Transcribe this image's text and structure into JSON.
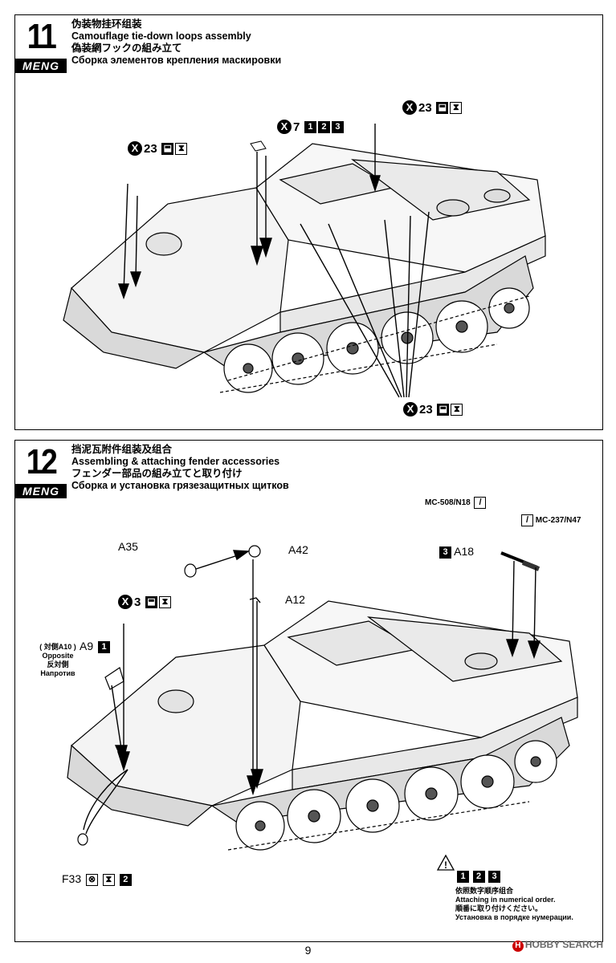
{
  "steps": [
    {
      "number": "11",
      "brand": "MENG",
      "title_zh": "伪装物挂环组装",
      "title_en": "Camouflage tie-down loops assembly",
      "title_ja": "偽装網フックの組み立て",
      "title_ru": "Сборка элементов крепления маскировки",
      "callouts": [
        {
          "qty": "23",
          "parts": [
            "ⓘ",
            "⊠"
          ]
        },
        {
          "qty": "7",
          "parts": [
            "1",
            "2",
            "3"
          ]
        },
        {
          "qty": "23",
          "parts": [
            "ⓘ",
            "⊠"
          ]
        },
        {
          "qty": "23",
          "parts": [
            "ⓘ",
            "⊠"
          ]
        }
      ]
    },
    {
      "number": "12",
      "brand": "MENG",
      "title_zh": "挡泥瓦附件组装及组合",
      "title_en": "Assembling & attaching fender accessories",
      "title_ja": "フェンダー部品の組み立てと取り付け",
      "title_ru": "Сборка и установка грязезащитных щитков",
      "parts": {
        "a35": "A35",
        "a42": "A42",
        "a12": "A12",
        "a18": "A18",
        "a18_step": "3",
        "a9": "A9",
        "a9_step": "1",
        "opposite_zh": "( 対側A10 )",
        "opposite_en": "Opposite",
        "opposite_ja": "反対側",
        "opposite_ru": "Напротив",
        "x3_qty": "3",
        "f33": "F33",
        "f33_step": "2",
        "paint1": "MC-508/N18",
        "paint2": "MC-237/N47"
      },
      "numeric_order": {
        "steps": [
          "1",
          "2",
          "3"
        ],
        "zh": "依照数字顺序组合",
        "en": "Attaching in numerical order.",
        "ja": "順番に取り付けください。",
        "ru": "Установка в порядке нумерации."
      }
    }
  ],
  "page_number": "9",
  "watermark": "HOBBY SEARCH"
}
